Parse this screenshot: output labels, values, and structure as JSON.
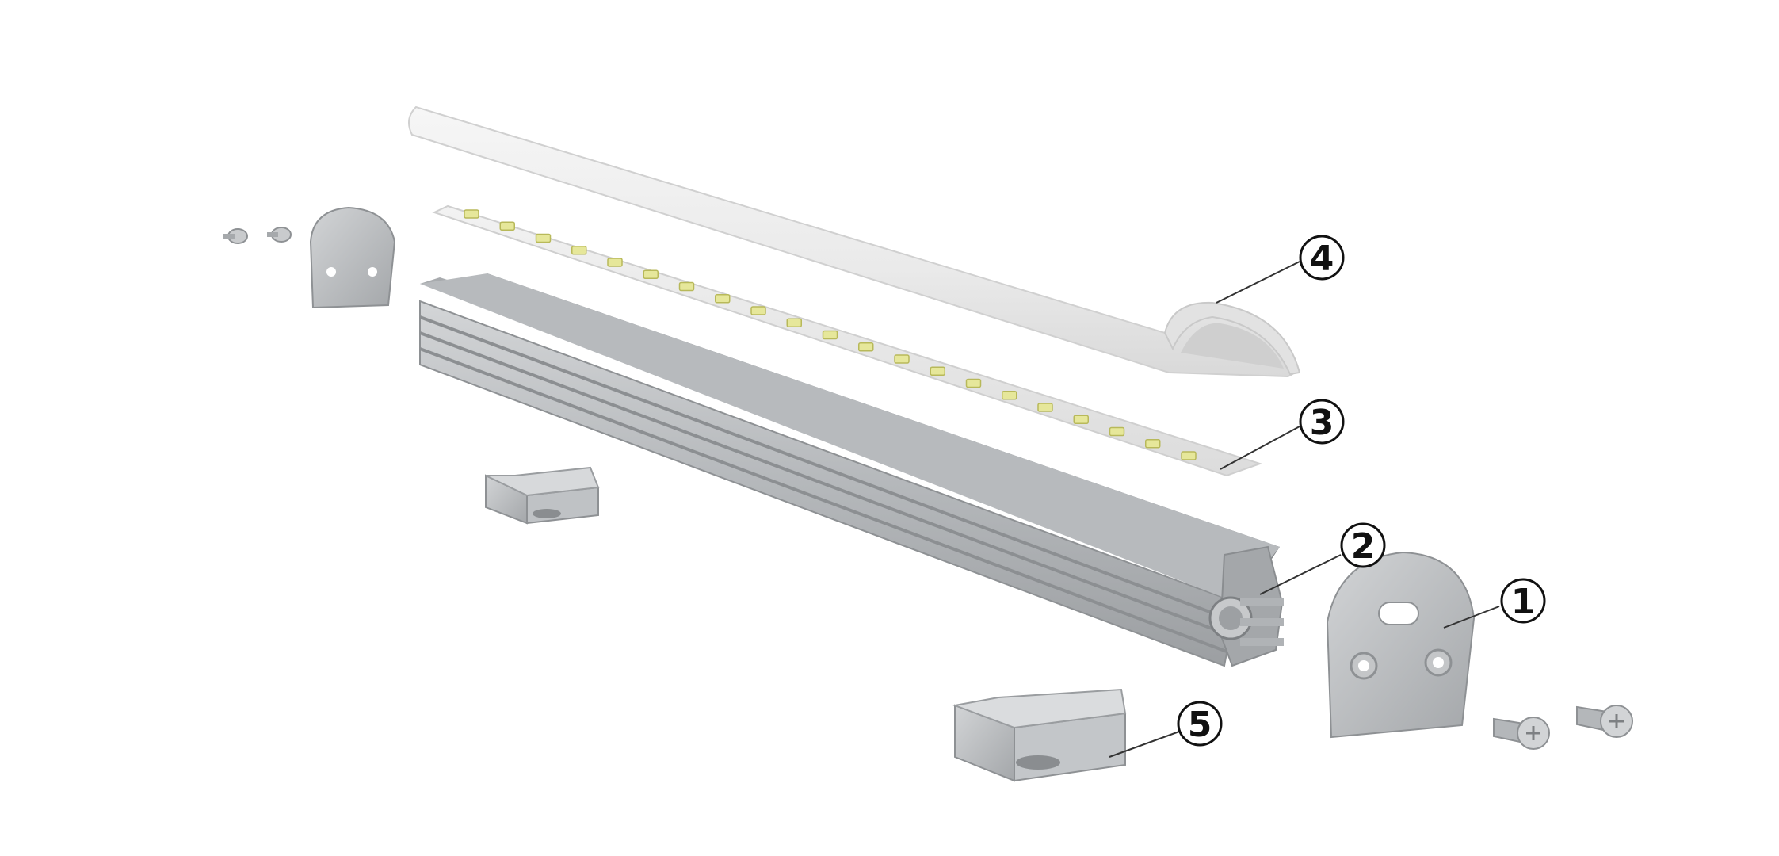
{
  "diagram": {
    "callouts": [
      {
        "id": "1",
        "label": "1",
        "part": "end-cap-with-mounting-holes"
      },
      {
        "id": "2",
        "label": "2",
        "part": "aluminium-profile"
      },
      {
        "id": "3",
        "label": "3",
        "part": "led-strip"
      },
      {
        "id": "4",
        "label": "4",
        "part": "diffuser-cover"
      },
      {
        "id": "5",
        "label": "5",
        "part": "mounting-clip"
      }
    ],
    "colors": {
      "profile": "#b9bcbf",
      "profile_dark": "#8e9194",
      "diffuser": "#eeeeee",
      "led": "#e6e79a",
      "ink": "#111111"
    }
  }
}
